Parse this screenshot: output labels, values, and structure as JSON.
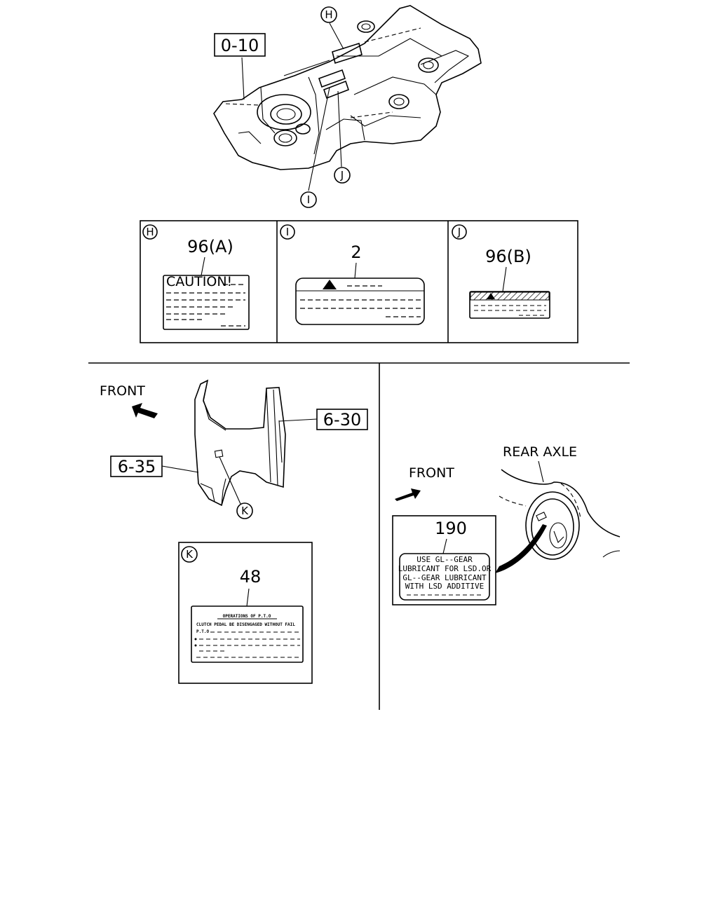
{
  "top_assembly": {
    "ref_label": "0-10",
    "callouts": {
      "h": "H",
      "i": "I",
      "j": "J"
    }
  },
  "detail_panels": {
    "h": {
      "letter": "H",
      "part_number": "96(A)",
      "label_heading": "CAUTION!"
    },
    "i": {
      "letter": "I",
      "part_number": "2"
    },
    "j": {
      "letter": "J",
      "part_number": "96(B)"
    }
  },
  "left_section": {
    "front_label": "FRONT",
    "ref_upper": "6-30",
    "ref_lower": "6-35",
    "callout": "K",
    "panel_k": {
      "letter": "K",
      "part_number": "48",
      "label_heading": "OPERATIONS OF P.T.O",
      "label_line_1": "CLUTCH PEDAL BE DISENGAGED WITHOUT FAIL",
      "label_line_2": "P.T.O"
    }
  },
  "right_section": {
    "axle_label": "REAR AXLE",
    "front_label": "FRONT",
    "part_number": "190",
    "label_lines": [
      "USE GL--GEAR",
      "LUBRICANT FOR LSD.OR",
      "GL--GEAR LUBRICANT",
      "WITH LSD ADDITIVE"
    ]
  }
}
